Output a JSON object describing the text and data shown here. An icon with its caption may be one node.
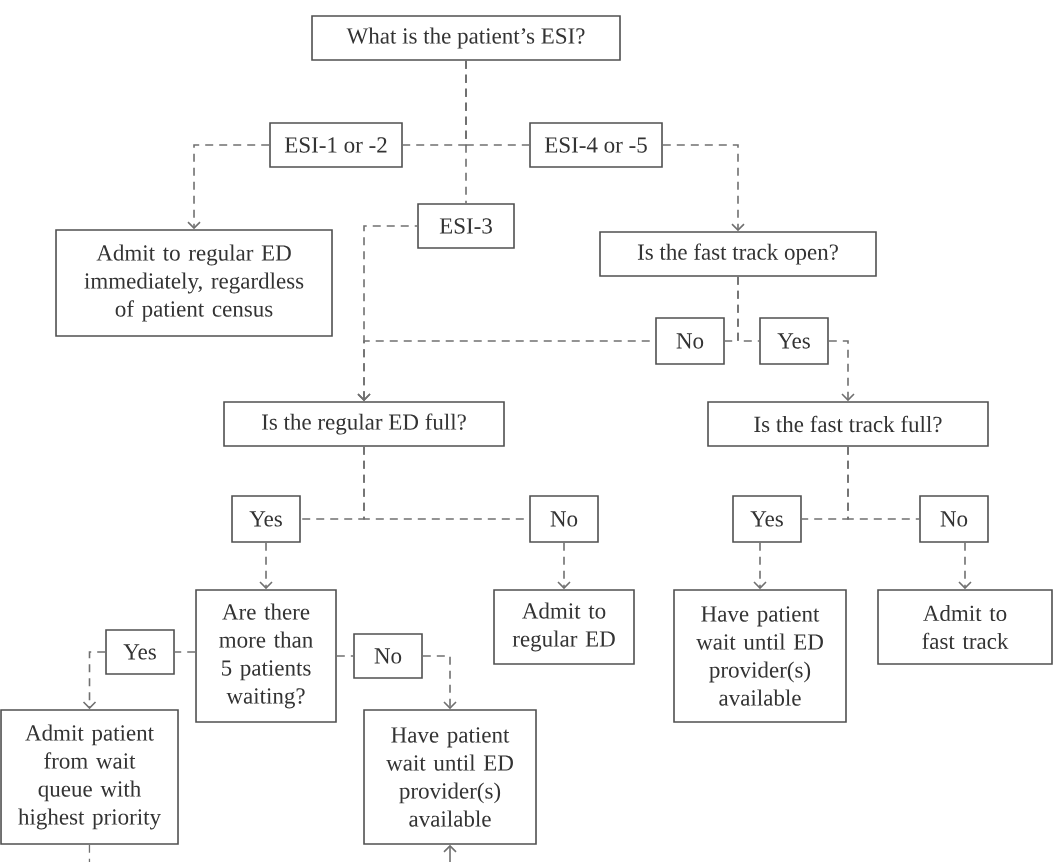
{
  "diagram": {
    "nodes": [
      {
        "text": [
          "What is the patient’s ESI?"
        ]
      },
      {
        "text": [
          "ESI-1 or -2"
        ]
      },
      {
        "text": [
          "ESI-4 or -5"
        ]
      },
      {
        "text": [
          "ESI-3"
        ]
      },
      {
        "text": [
          "Admit to regular ED immediately, regardless of patient census"
        ]
      },
      {
        "text": [
          "Is the fast track open?"
        ]
      },
      {
        "text": [
          "No"
        ]
      },
      {
        "text": [
          "Yes"
        ]
      },
      {
        "text": [
          "Is the regular ED full?"
        ]
      },
      {
        "text": [
          "Is the fast track full?"
        ]
      },
      {
        "text": [
          "Yes"
        ]
      },
      {
        "text": [
          "No"
        ]
      },
      {
        "text": [
          "Yes"
        ]
      },
      {
        "text": [
          "No"
        ]
      },
      {
        "text": [
          "Are there more than 5 patients waiting?"
        ]
      },
      {
        "text": [
          "Yes"
        ]
      },
      {
        "text": [
          "No"
        ]
      },
      {
        "text": [
          "Admit patient from wait queue with highest priority"
        ]
      },
      {
        "text": [
          "Have patient wait until ED provider(s) available"
        ]
      },
      {
        "text": [
          "Admit to regular ED"
        ]
      },
      {
        "text": [
          "Have patient wait until ED provider(s) available"
        ]
      },
      {
        "text": [
          "Admit to fast track"
        ]
      }
    ],
    "edges": [
      {
        "from": 0,
        "to": 1,
        "arrow": "none",
        "style": "dashed"
      },
      {
        "from": 0,
        "to": 2,
        "arrow": "none",
        "style": "dashed"
      },
      {
        "from": 0,
        "to": 3,
        "arrow": "none",
        "style": "dashed"
      },
      {
        "from": 1,
        "to": 4,
        "arrow": "to",
        "style": "dashed"
      },
      {
        "from": 2,
        "to": 5,
        "arrow": "to",
        "style": "dashed"
      },
      {
        "from": 3,
        "to": 8,
        "arrow": "to",
        "style": "dashed"
      },
      {
        "from": 5,
        "to": 6,
        "arrow": "none",
        "style": "dashed"
      },
      {
        "from": 5,
        "to": 7,
        "arrow": "none",
        "style": "dashed"
      },
      {
        "from": 6,
        "to": 8,
        "arrow": "to",
        "style": "dashed"
      },
      {
        "from": 7,
        "to": 9,
        "arrow": "to",
        "style": "dashed"
      },
      {
        "from": 8,
        "to": 10,
        "arrow": "none",
        "style": "dashed"
      },
      {
        "from": 8,
        "to": 11,
        "arrow": "none",
        "style": "dashed"
      },
      {
        "from": 9,
        "to": 12,
        "arrow": "none",
        "style": "dashed"
      },
      {
        "from": 9,
        "to": 13,
        "arrow": "none",
        "style": "dashed"
      },
      {
        "from": 10,
        "to": 14,
        "arrow": "to",
        "style": "dashed"
      },
      {
        "from": 11,
        "to": 19,
        "arrow": "to",
        "style": "dashed"
      },
      {
        "from": 12,
        "to": 20,
        "arrow": "to",
        "style": "dashed"
      },
      {
        "from": 13,
        "to": 21,
        "arrow": "to",
        "style": "dashed"
      },
      {
        "from": 14,
        "to": 15,
        "arrow": "none",
        "style": "dashed"
      },
      {
        "from": 14,
        "to": 16,
        "arrow": "none",
        "style": "dashed"
      },
      {
        "from": 15,
        "to": 17,
        "arrow": "to",
        "style": "dashed"
      },
      {
        "from": 16,
        "to": 18,
        "arrow": "to",
        "style": "dashed"
      },
      {
        "from": 17,
        "to": null,
        "arrow": "none",
        "style": "dashed"
      },
      {
        "from": null,
        "to": 18,
        "arrow": "to"
      }
    ]
  }
}
